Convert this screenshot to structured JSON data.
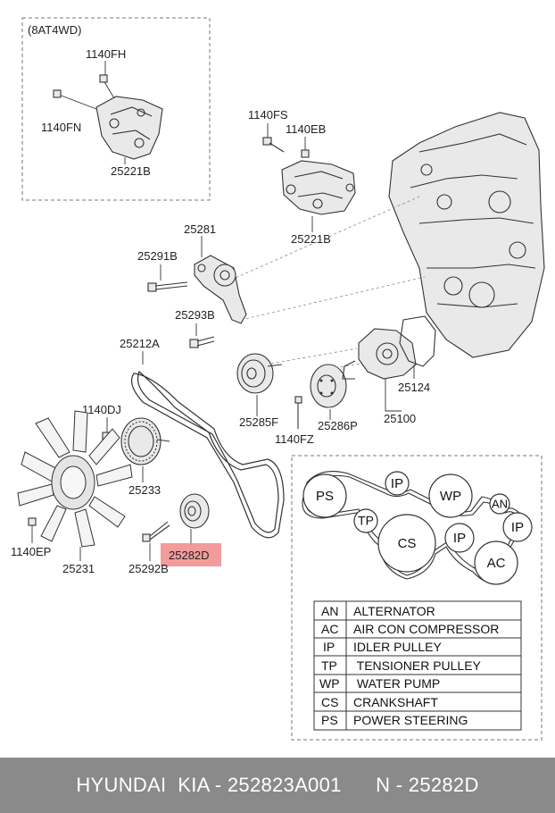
{
  "inset_title": "(8AT4WD)",
  "part_labels": {
    "p1140FH": "1140FH",
    "p1140FN": "1140FN",
    "p25221B_inset": "25221B",
    "p1140FS": "1140FS",
    "p1140EB": "1140EB",
    "p25221B": "25221B",
    "p25281": "25281",
    "p25291B": "25291B",
    "p25293B": "25293B",
    "p25212A": "25212A",
    "p1140DJ": "1140DJ",
    "p25285F": "25285F",
    "p1140FZ": "1140FZ",
    "p25286P": "25286P",
    "p25124": "25124",
    "p25100": "25100",
    "p25233": "25233",
    "p1140EP": "1140EP",
    "p25231": "25231",
    "p25292B": "25292B",
    "p25282D": "25282D"
  },
  "highlight_color": "#f08a8a",
  "routing_circles": {
    "PS": "PS",
    "IP1": "IP",
    "WP": "WP",
    "AN": "AN",
    "TP": "TP",
    "CS": "CS",
    "IP2": "IP",
    "IP3": "IP",
    "AC": "AC"
  },
  "legend": [
    {
      "code": "AN",
      "name": "ALTERNATOR"
    },
    {
      "code": "AC",
      "name": "AIR CON COMPRESSOR"
    },
    {
      "code": "IP",
      "name": "IDLER PULLEY"
    },
    {
      "code": "TP",
      "name": " TENSIONER PULLEY"
    },
    {
      "code": "WP",
      "name": " WATER PUMP"
    },
    {
      "code": "CS",
      "name": "CRANKSHAFT"
    },
    {
      "code": "PS",
      "name": "POWER STEERING"
    }
  ],
  "footer": {
    "text": "HYUNDAI  KIA - 252823A001      N - 25282D"
  }
}
